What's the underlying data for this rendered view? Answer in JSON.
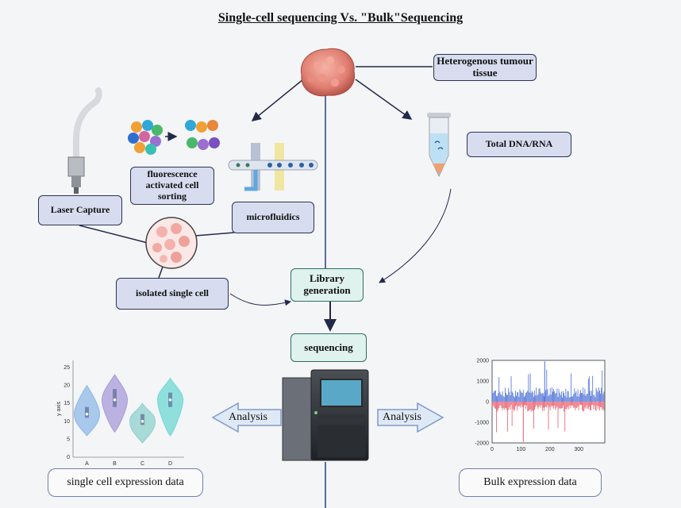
{
  "title": "Single-cell sequencing Vs. \"Bulk\"Sequencing",
  "boxes": {
    "tissue": "Heterogenous tumour tissue",
    "total_dna_rna": "Total DNA/RNA",
    "laser_capture": "Laser Capture",
    "facs": "fluorescence activated cell sorting",
    "microfluidics": "microfluidics",
    "isolated_single_cell": "isolated single cell",
    "library_generation": "Library generation",
    "sequencing": "sequencing",
    "single_cell_expression": "single cell expression data",
    "bulk_expression": "Bulk expression data"
  },
  "arrows": {
    "analysis_left": "Analysis",
    "analysis_right": "Analysis"
  },
  "chart_data": [
    {
      "type": "violin",
      "ylabel": "y axis",
      "categories": [
        "A",
        "B",
        "C",
        "D"
      ],
      "ylim": [
        0,
        27
      ],
      "yticks": [
        0,
        5,
        10,
        15,
        20,
        25
      ],
      "median": [
        12,
        16,
        10,
        16
      ],
      "q1": [
        11,
        14,
        9,
        14
      ],
      "q3": [
        14,
        19,
        12,
        18
      ],
      "min": [
        6,
        7,
        4,
        6
      ],
      "max": [
        20,
        23,
        15,
        22
      ],
      "colors": [
        "#8fb8e8",
        "#a99bd9",
        "#8fd2cc",
        "#6ed8d4"
      ]
    },
    {
      "type": "bar",
      "xlim": [
        0,
        390
      ],
      "ylim": [
        -2000,
        2000
      ],
      "xticks": [
        0,
        100,
        200,
        300
      ],
      "yticks": [
        2000,
        1000,
        0,
        -1000,
        -2000
      ],
      "positive_color": "#4a6fd8",
      "negative_color": "#e85a6a"
    }
  ]
}
